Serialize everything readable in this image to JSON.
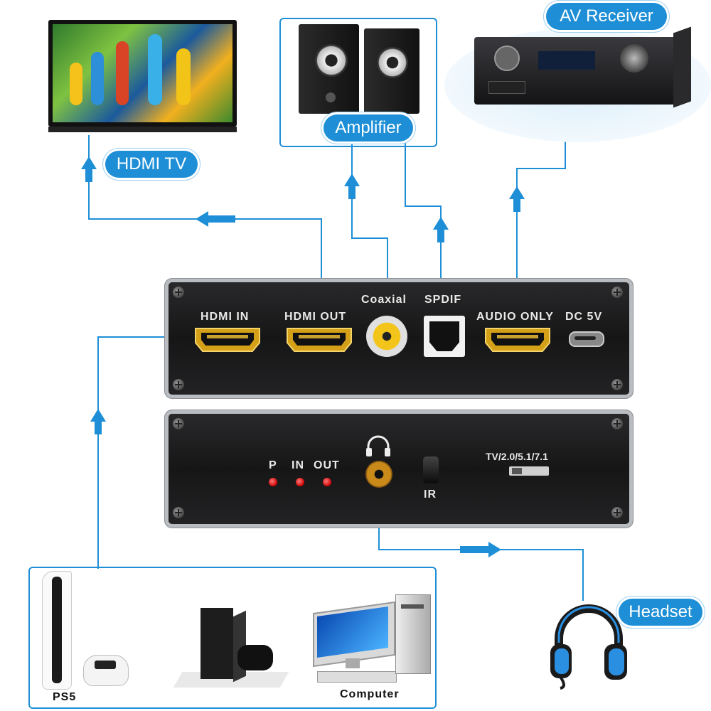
{
  "labels": {
    "hdmi_tv": "HDMI TV",
    "amplifier": "Amplifier",
    "av_receiver": "AV Receiver",
    "headset": "Headset",
    "ps5": "PS5",
    "computer": "Computer"
  },
  "front_panel": {
    "hdmi_in": "HDMI IN",
    "hdmi_out": "HDMI OUT",
    "coaxial": "Coaxial",
    "spdif": "SPDIF",
    "audio_only": "AUDIO ONLY",
    "dc": "DC 5V"
  },
  "back_panel": {
    "led_p": "P",
    "led_in": "IN",
    "led_out": "OUT",
    "ir": "IR",
    "mode": "TV/2.0/5.1/7.1"
  },
  "colors": {
    "accent": "#1e8fd6",
    "panel": "#1c1c1e",
    "port_gold": "#d4a017",
    "led_red": "#e01010"
  },
  "icons": [
    "tv-icon",
    "speaker-icon",
    "av-receiver-icon",
    "headset-icon",
    "ps5-icon",
    "xbox-icon",
    "computer-icon",
    "headphone-icon"
  ]
}
